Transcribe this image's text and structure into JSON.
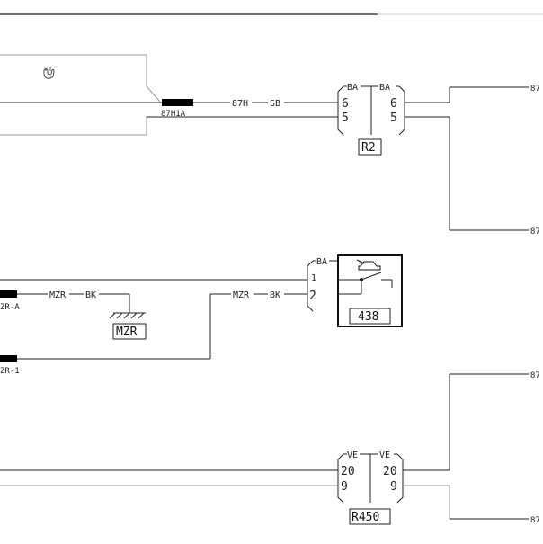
{
  "diagram": {
    "top_section": {
      "hand_icon": "hand-icon",
      "connector_label": "87H1A",
      "wire_label_1": "87H",
      "wire_label_2": "SB",
      "relay": {
        "label": "R2",
        "color_left": "BA",
        "color_right": "BA",
        "pin_left_top": "6",
        "pin_left_bottom": "5",
        "pin_right_top": "6",
        "pin_right_bottom": "5"
      },
      "right_label_top": "87",
      "right_label_bottom": "87"
    },
    "middle_section": {
      "connector_left_top": "ZR-A",
      "connector_left_bottom": "ZR-1",
      "wire_label_1a": "MZR",
      "wire_label_1b": "BK",
      "ground_label": "MZR",
      "wire_label_2a": "MZR",
      "wire_label_2b": "BK",
      "connector_color": "BA",
      "connector_pin_1": "1",
      "connector_pin_2": "2",
      "switch_icon": "door-switch-icon",
      "switch_label": "438"
    },
    "bottom_section": {
      "relay": {
        "label": "R450",
        "color_left": "VE",
        "color_right": "VE",
        "pin_left_top": "20",
        "pin_left_bottom": "9",
        "pin_right_top": "20",
        "pin_right_bottom": "9"
      },
      "right_label_top": "87",
      "right_label_bottom": "87"
    }
  }
}
